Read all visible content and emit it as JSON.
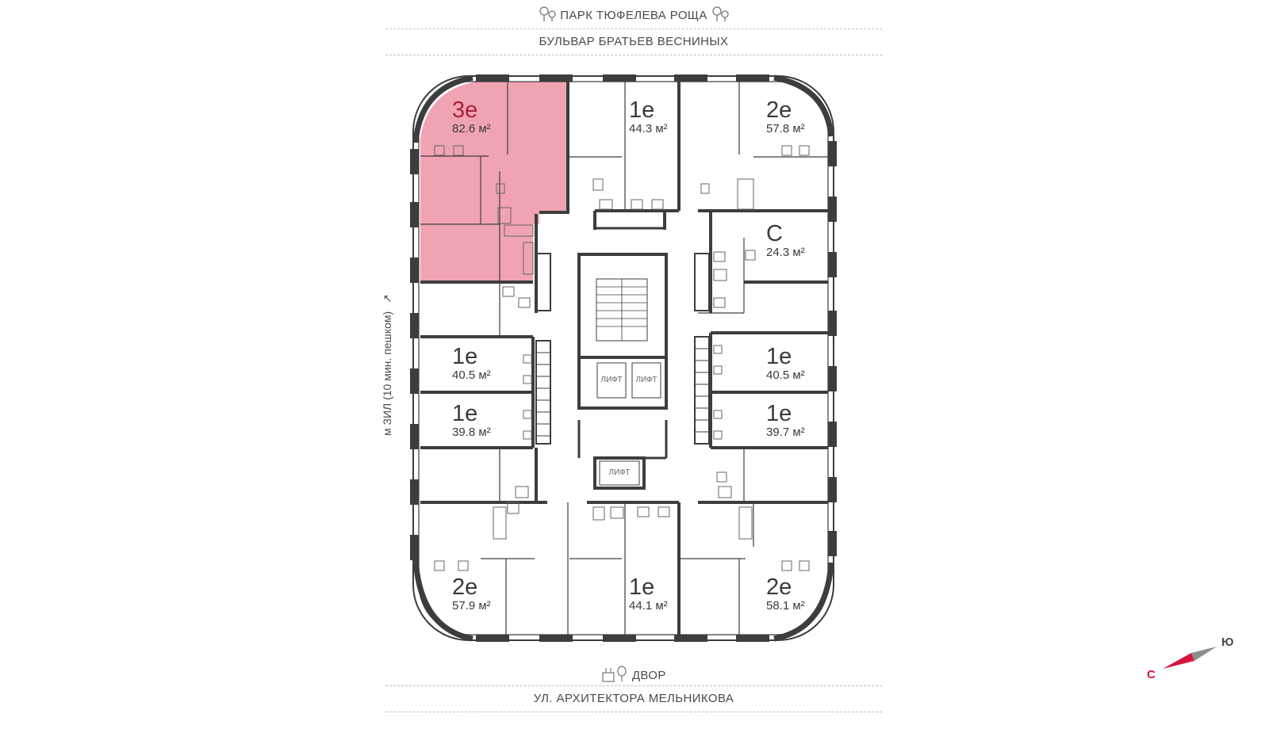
{
  "streets": {
    "park": "ПАРК ТЮФЕЛЕВА РОЩА",
    "boulevard": "БУЛЬВАР БРАТЬЕВ ВЕСНИНЫХ",
    "yard": "ДВОР",
    "street_bottom": "УЛ. АРХИТЕКТОРА МЕЛЬНИКОВА"
  },
  "metro_note": "м ЗИЛ (10 мин. пешком)",
  "lift_label": "ЛИФТ",
  "compass": {
    "north": "С",
    "south": "Ю"
  },
  "colors": {
    "selected_fill": "#f0a3b2",
    "selected_text": "#a8203b",
    "wall": "#3d3d3d",
    "compass_red": "#d6143c"
  },
  "apartments": [
    {
      "type": "3е",
      "area": "82.6 м²",
      "selected": true
    },
    {
      "type": "1е",
      "area": "44.3 м²",
      "selected": false
    },
    {
      "type": "2е",
      "area": "57.8 м²",
      "selected": false
    },
    {
      "type": "С",
      "area": "24.3 м²",
      "selected": false
    },
    {
      "type": "1е",
      "area": "40.5 м²",
      "selected": false
    },
    {
      "type": "1е",
      "area": "40.5 м²",
      "selected": false
    },
    {
      "type": "1е",
      "area": "39.8 м²",
      "selected": false
    },
    {
      "type": "1е",
      "area": "39.7 м²",
      "selected": false
    },
    {
      "type": "2е",
      "area": "57.9 м²",
      "selected": false
    },
    {
      "type": "1е",
      "area": "44.1 м²",
      "selected": false
    },
    {
      "type": "2е",
      "area": "58.1 м²",
      "selected": false
    }
  ]
}
